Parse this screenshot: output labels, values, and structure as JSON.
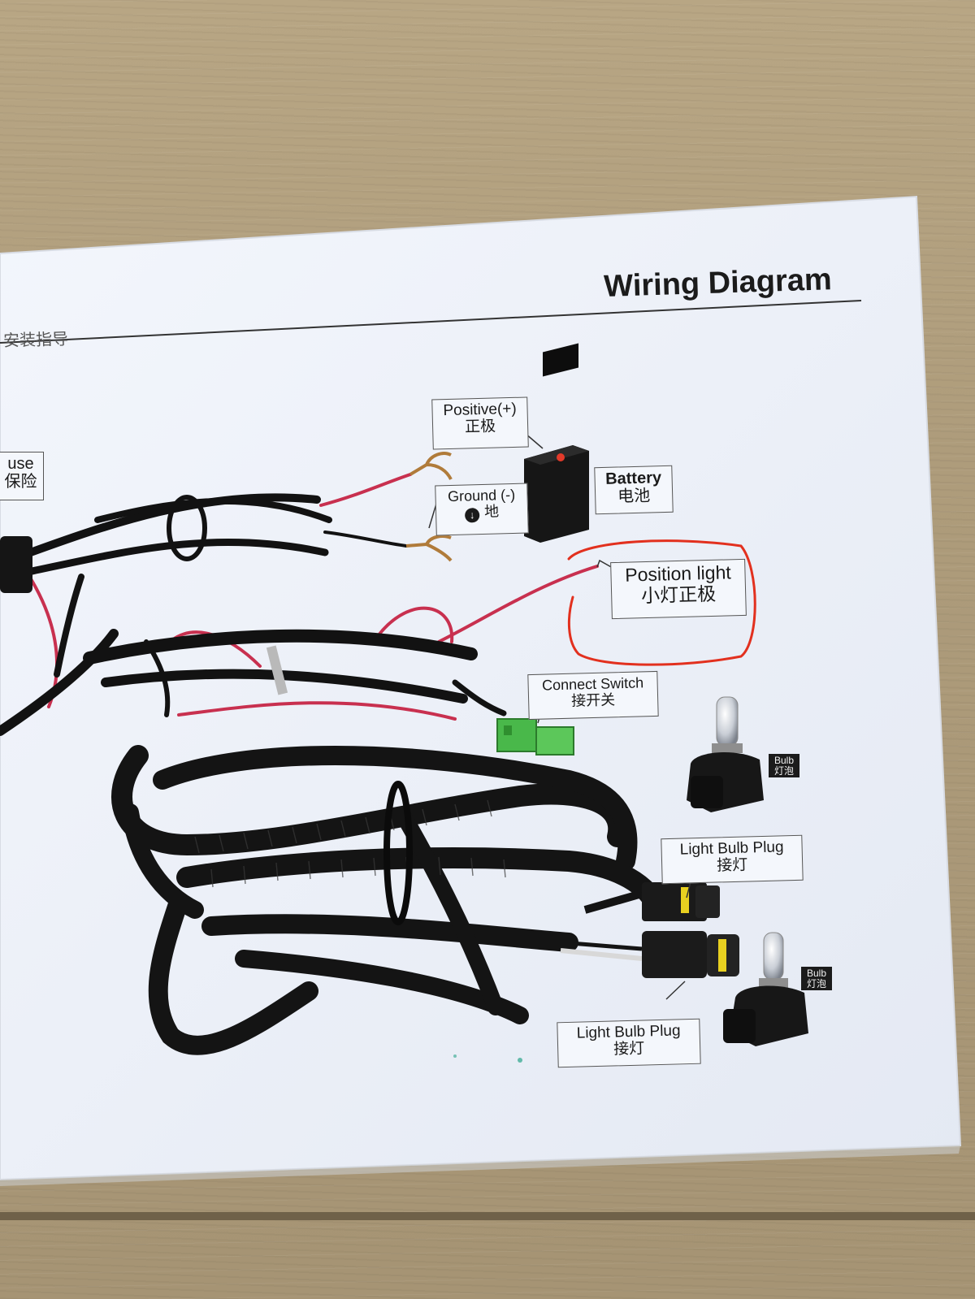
{
  "document": {
    "title": "Wiring Diagram",
    "subtitle": "安装指导"
  },
  "labels": {
    "fuse": {
      "line1": "use",
      "line2": "保险"
    },
    "positive": {
      "line1": "Positive(+)",
      "line2": "正极"
    },
    "ground": {
      "line1": "Ground (-)",
      "line2": "地"
    },
    "battery": {
      "line1": "Battery",
      "line2": "电池"
    },
    "position_light": {
      "line1": "Position light",
      "line2": "小灯正极"
    },
    "connect_switch": {
      "line1": "Connect Switch",
      "line2": "接开关"
    },
    "bulb_top": {
      "line1": "Bulb",
      "line2": "灯泡"
    },
    "bulb_plug_top": {
      "line1": "Light Bulb Plug",
      "line2": "接灯"
    },
    "bulb_bottom": {
      "line1": "Bulb",
      "line2": "灯泡"
    },
    "bulb_plug_bottom": {
      "line1": "Light Bulb Plug",
      "line2": "接灯"
    }
  },
  "colors": {
    "paper": "#eef2fa",
    "harness": "#121212",
    "red_wire": "#c8304f",
    "switch_connector": "#49b84a",
    "plug_accent": "#e8d020",
    "annotation_circle": "#e2301e"
  },
  "icons": {
    "ground": "down-arrow-circle-icon"
  }
}
